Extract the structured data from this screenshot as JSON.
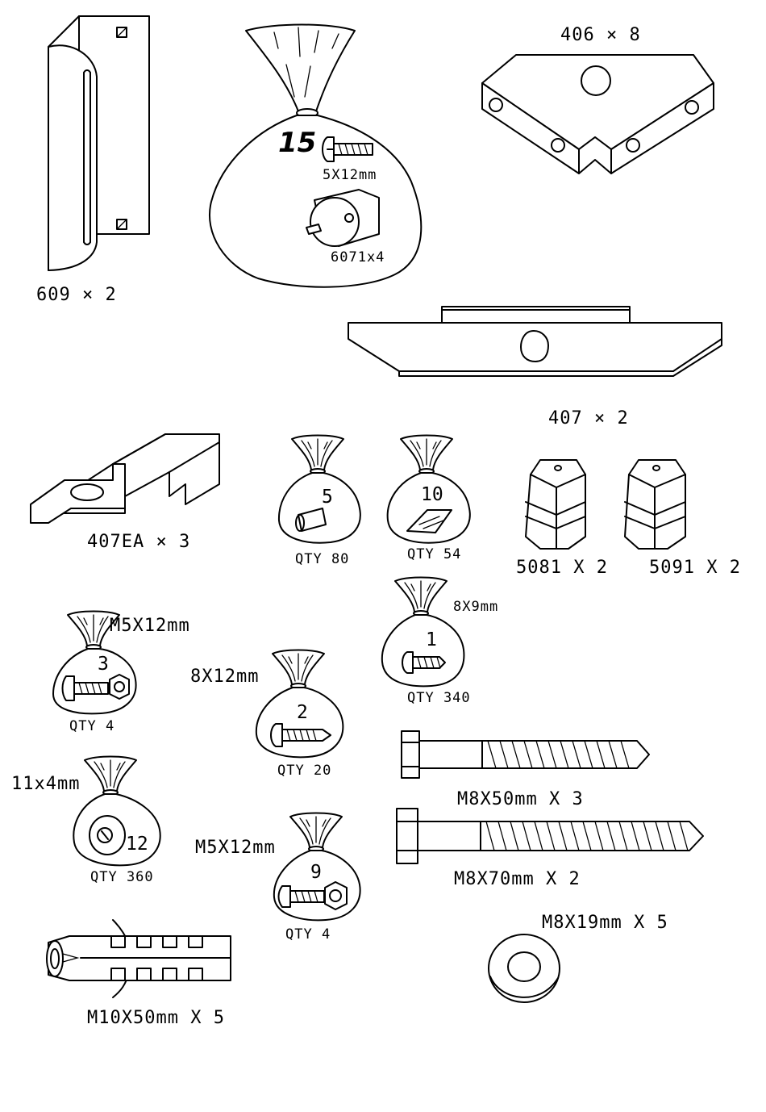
{
  "parts": {
    "p609": {
      "label": "609 × 2"
    },
    "bag15": {
      "number": "15",
      "screw_label": "5X12mm",
      "caster_label": "6071x4"
    },
    "p406": {
      "label": "406 × 8"
    },
    "p407": {
      "label": "407 × 2"
    },
    "p407ea": {
      "label": "407EA × 3"
    },
    "bag5": {
      "number": "5",
      "qty": "QTY 80"
    },
    "bag10": {
      "number": "10",
      "qty": "QTY 54"
    },
    "p5081": {
      "label": "5081 X 2"
    },
    "p5091": {
      "label": "5091 X 2"
    },
    "bag1": {
      "number": "1",
      "size": "8X9mm",
      "qty": "QTY 340"
    },
    "bag3": {
      "number": "3",
      "size": "M5X12mm",
      "qty": "QTY 4"
    },
    "bag2": {
      "number": "2",
      "size": "8X12mm",
      "qty": "QTY 20"
    },
    "bag12": {
      "number": "12",
      "size": "11x4mm",
      "qty": "QTY 360"
    },
    "bag9": {
      "number": "9",
      "size": "M5X12mm",
      "qty": "QTY 4"
    },
    "bolt50": {
      "label": "M8X50mm X 3"
    },
    "bolt70": {
      "label": "M8X70mm X 2"
    },
    "washer": {
      "label": "M8X19mm X 5"
    },
    "anchor": {
      "label": "M10X50mm X 5"
    }
  }
}
